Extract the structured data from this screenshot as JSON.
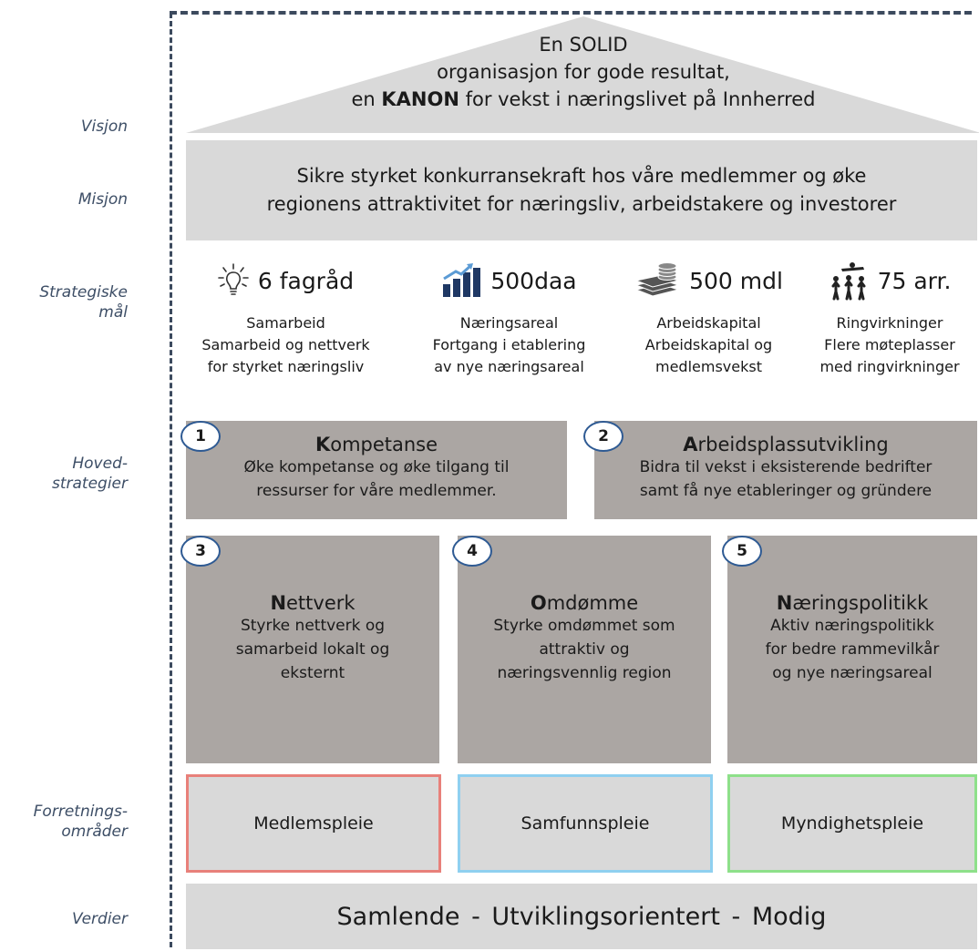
{
  "side_labels": {
    "vision": "Visjon",
    "mission": "Misjon",
    "goals_1": "Strategiske",
    "goals_2": "mål",
    "strategies_1": "Hoved-",
    "strategies_2": "strategier",
    "areas_1": "Forretnings-",
    "areas_2": "områder",
    "values": "Verdier"
  },
  "vision": {
    "line1": "En SOLID",
    "line2": "organisasjon for gode resultat,",
    "line3_pre": "en ",
    "line3_bold": "KANON",
    "line3_post": " for vekst i næringslivet på Innherred"
  },
  "mission": {
    "line1": "Sikre styrket konkurransekraft hos våre medlemmer og øke",
    "line2": "regionens attraktivitet for næringsliv, arbeidstakere og investorer"
  },
  "goals": [
    {
      "icon": "lightbulb-icon",
      "value": "6 fagråd",
      "title": "Samarbeid",
      "line2": "Samarbeid og nettverk",
      "line3": "for styrket næringsliv"
    },
    {
      "icon": "growth-chart-icon",
      "value": "500daa",
      "title": "Næringsareal",
      "line2": "Fortgang i etablering",
      "line3": "av nye næringsareal"
    },
    {
      "icon": "money-stack-icon",
      "value": "500 mdl",
      "title": "Arbeidskapital",
      "line2": "Arbeidskapital og",
      "line3": "medlemsvekst"
    },
    {
      "icon": "people-ripple-icon",
      "value": "75 arr.",
      "title": "Ringvirkninger",
      "line2": "Flere møteplasser",
      "line3": "med ringvirkninger"
    }
  ],
  "strategies": [
    {
      "num": "1",
      "first": "K",
      "rest": "ompetanse",
      "line1": "Øke kompetanse og øke tilgang til",
      "line2": "ressurser for våre medlemmer."
    },
    {
      "num": "2",
      "first": "A",
      "rest": "rbeidsplassutvikling",
      "line1": "Bidra til vekst i eksisterende bedrifter",
      "line2": "samt få nye etableringer og gründere"
    },
    {
      "num": "3",
      "first": "N",
      "rest": "ettverk",
      "line1": "Styrke nettverk og",
      "line2": "samarbeid lokalt og",
      "line3": "eksternt"
    },
    {
      "num": "4",
      "first": "O",
      "rest": "mdømme",
      "line1": "Styrke omdømmet som",
      "line2": "attraktiv og",
      "line3": "næringsvennlig region"
    },
    {
      "num": "5",
      "first": "N",
      "rest": "æringspolitikk",
      "line1": "Aktiv næringspolitikk",
      "line2": "for bedre rammevilkår",
      "line3": "og nye næringsareal"
    }
  ],
  "areas": [
    {
      "label": "Medlemspleie",
      "color": "#e8807a"
    },
    {
      "label": "Samfunnspleie",
      "color": "#8fd0f0"
    },
    {
      "label": "Myndighetspleie",
      "color": "#8ee08a"
    }
  ],
  "values_text": "Samlende - Utviklingsorientert - Modig",
  "colors": {
    "band": "#d9d9d9",
    "box": "#aba6a3",
    "frame": "#3c4a5e",
    "label": "#3d4e66",
    "badge_border": "#2e5a93"
  }
}
